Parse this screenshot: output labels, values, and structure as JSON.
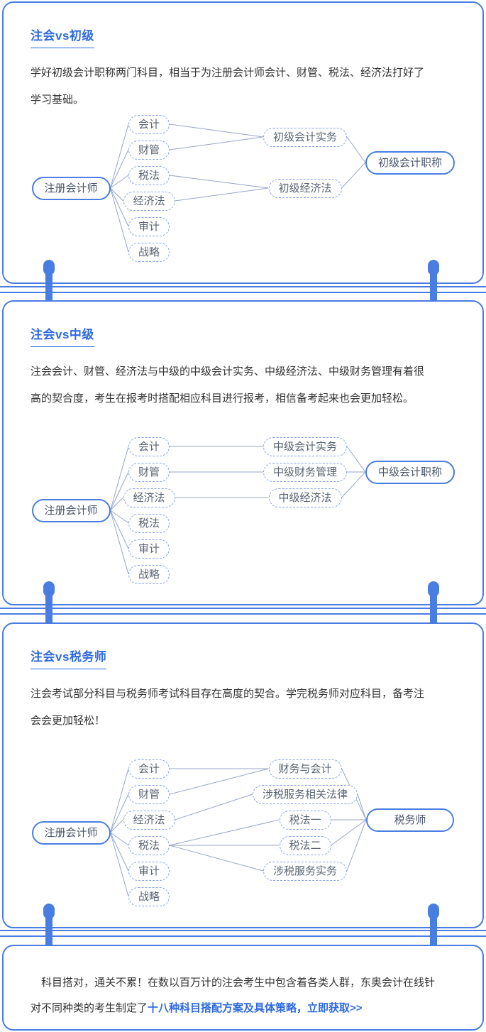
{
  "accent_color": "#4a7de2",
  "title_color": "#2e6ae0",
  "sections": [
    {
      "title": "注会vs初级",
      "description": "学好初级会计职称两门科目，相当于为注册会计师会计、财管、税法、经济法打好了学习基础。",
      "diagram": {
        "root": "注册会计师",
        "subjects": [
          "会计",
          "财管",
          "税法",
          "经济法",
          "审计",
          "战略"
        ],
        "targets": [
          {
            "label": "初级会计实务",
            "row": 0.5,
            "from": [
              0,
              1
            ]
          },
          {
            "label": "初级经济法",
            "row": 2.5,
            "from": [
              2,
              3
            ]
          }
        ],
        "result": "初级会计职称"
      }
    },
    {
      "title": "注会vs中级",
      "description": "注会会计、财管、经济法与中级的中级会计实务、中级经济法、中级财务管理有着很高的契合度，考生在报考时搭配相应科目进行报考，相信备考起来也会更加轻松。",
      "diagram": {
        "root": "注册会计师",
        "subjects": [
          "会计",
          "财管",
          "经济法",
          "税法",
          "审计",
          "战略"
        ],
        "targets": [
          {
            "label": "中级会计实务",
            "row": 0,
            "from": [
              0
            ]
          },
          {
            "label": "中级财务管理",
            "row": 1,
            "from": [
              1
            ]
          },
          {
            "label": "中级经济法",
            "row": 2,
            "from": [
              2
            ]
          }
        ],
        "result": "中级会计职称"
      }
    },
    {
      "title": "注会vs税务师",
      "description": "注会考试部分科目与税务师考试科目存在高度的契合。学完税务师对应科目，备考注会会更加轻松！",
      "diagram": {
        "root": "注册会计师",
        "subjects": [
          "会计",
          "财管",
          "经济法",
          "税法",
          "审计",
          "战略"
        ],
        "targets": [
          {
            "label": "财务与会计",
            "row": 0,
            "from": [
              0,
              1
            ]
          },
          {
            "label": "涉税服务相关法律",
            "row": 1,
            "from": [
              2
            ]
          },
          {
            "label": "税法一",
            "row": 2,
            "from": [
              3
            ]
          },
          {
            "label": "税法二",
            "row": 3,
            "from": [
              3
            ]
          },
          {
            "label": "涉税服务实务",
            "row": 4,
            "from": [
              3
            ]
          }
        ],
        "result": "税务师"
      }
    }
  ],
  "footer": {
    "text": "科目搭对，通关不累！在数以百万计的注会考生中包含着各类人群，东奥会计在线针对不同种类的考生制定了",
    "link": "十八种科目搭配方案及具体策略，立即获取>>"
  }
}
